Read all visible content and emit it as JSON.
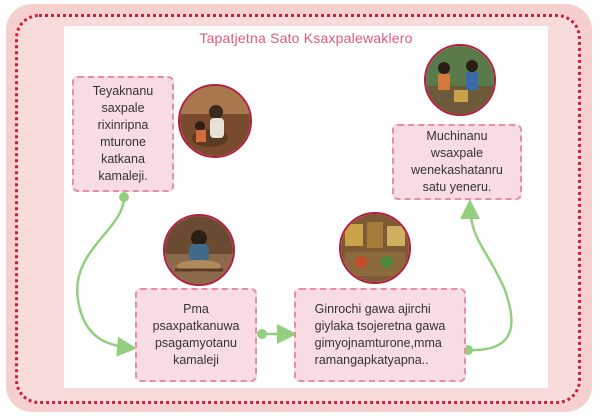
{
  "title": "Tapatjetna Sato Ksaxpalewaklero",
  "steps": [
    {
      "text": "Teyaknanu\nsaxpale\nrixinripna\nmturone\nkatkana\nkamaleji."
    },
    {
      "text": "Pma\npsaxpatkanuwa\npsagamyotanu\nkamaleji"
    },
    {
      "text": "Ginrochi gawa ajirchi\ngiylaka tsojeretna gawa\ngimyojnamturone,mma\nramangapkatyapna.."
    },
    {
      "text": "Muchinanu\nwsaxpale\nwenekashatanru\nsatu yeneru."
    }
  ],
  "colors": {
    "frame": "#f6cfcf",
    "dotted_border": "#cf1f3a",
    "box_fill": "#f7dde3",
    "box_border": "#e38fa6",
    "connector": "#93cf7f",
    "title": "#e05a7a"
  },
  "icons": [
    "step1-photo-icon",
    "step2-photo-icon",
    "step3-photo-icon",
    "step4-photo-icon"
  ]
}
